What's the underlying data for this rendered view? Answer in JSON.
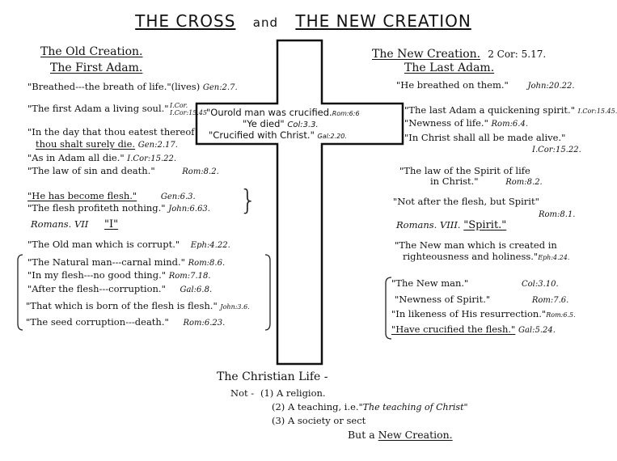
{
  "title": {
    "left": "THE CROSS",
    "and": "and",
    "right": "THE NEW CREATION"
  },
  "cross": {
    "line1": "\"Ourold man was crucified.",
    "line1_ref": "Rom:6:6",
    "line2": "\"Ye died\"",
    "line2_ref": "Col:3.3.",
    "line3": "\"Crucified with Christ.\"",
    "line3_ref": "Gal:2.20."
  },
  "left": {
    "heading1": "The Old Creation.",
    "heading2": "The First Adam.",
    "items": [
      {
        "text": "\"Breathed---the breath of life.\"(lives)",
        "ref": "Gen:2.7."
      },
      {
        "text": "\"The first Adam a living soul.\"",
        "ref": "I.Cor. I.Cor:15.45"
      },
      {
        "text": "\"In the day that thou eatest thereof",
        "ref": ""
      },
      {
        "text": "thou shalt surely die.",
        "ref": "Gen:2.17."
      },
      {
        "text": "\"As in Adam all die.\"",
        "ref": "I.Cor:15.22."
      },
      {
        "text": "\"The law of sin and death.\"",
        "ref": "Rom:8.2."
      },
      {
        "text": "\"He has become flesh.\"",
        "ref": "Gen:6.3."
      },
      {
        "text": "\"The flesh profiteth nothing.\"",
        "ref": "John:6.63."
      },
      {
        "text": "Romans. VII",
        "ref": "\"I\""
      },
      {
        "text": "\"The Old man which is corrupt.\"",
        "ref": "Eph:4.22."
      },
      {
        "text": "\"The Natural man---carnal mind.\"",
        "ref": "Rom:8.6."
      },
      {
        "text": "\"In my flesh---no good thing.\"",
        "ref": "Rom:7.18."
      },
      {
        "text": "\"After the flesh---corruption.\"",
        "ref": "Gal:6.8."
      },
      {
        "text": "\"That which is born of the flesh is flesh.\"",
        "ref": "John:3.6."
      },
      {
        "text": "\"The seed corruption---death.\"",
        "ref": "Rom:6.23."
      }
    ]
  },
  "right": {
    "heading1": "The New Creation.",
    "heading1_ref": "2 Cor: 5.17.",
    "heading2": "The Last Adam.",
    "items": [
      {
        "text": "\"He breathed on them.\"",
        "ref": "John:20.22."
      },
      {
        "text": "\"The last Adam a quickening spirit.\"",
        "ref": "I.Cor:15.45."
      },
      {
        "text": "\"Newness of life.\"",
        "ref": "Rom:6.4."
      },
      {
        "text": "\"In Christ shall all be made alive.\"",
        "ref": "I.Cor:15.22."
      },
      {
        "text": "\"The law of the Spirit of life",
        "ref": ""
      },
      {
        "text": "in Christ.\"",
        "ref": "Rom:8.2."
      },
      {
        "text": "\"Not after the flesh, but Spirit\"",
        "ref": "Rom:8.1."
      },
      {
        "text": "Romans. VIII.",
        "ref": "\"Spirit.\""
      },
      {
        "text": "\"The New man which is created in",
        "ref": ""
      },
      {
        "text": "righteousness and holiness.\"",
        "ref": "Eph:4.24."
      },
      {
        "text": "\"The New man.\"",
        "ref": "Col:3.10."
      },
      {
        "text": "\"Newness of Spirit.\"",
        "ref": "Rom:7.6."
      },
      {
        "text": "\"In likeness of His resurrection.\"",
        "ref": "Rom:6.5."
      },
      {
        "text": "\"Have crucified the flesh.\"",
        "ref": "Gal:5.24."
      }
    ]
  },
  "bottom": {
    "heading": "The Christian Life -",
    "not": "Not -",
    "lines": [
      "(1) A religion.",
      "(2) A teaching, i.e.",
      "(3) A society or sect"
    ],
    "teaching_quote": "\"The teaching of Christ\"",
    "but": "But a",
    "new_creation": "New Creation."
  }
}
